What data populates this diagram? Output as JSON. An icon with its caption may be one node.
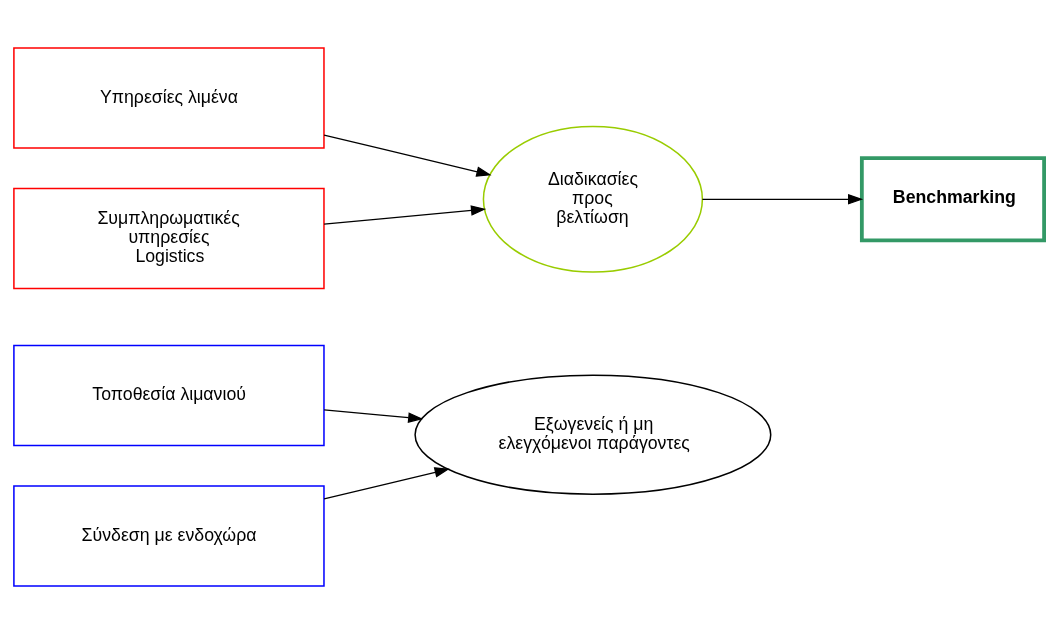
{
  "diagram": {
    "nodes": [
      {
        "text": [
          "Τοποθεσία λιμανιού"
        ]
      },
      {
        "text": [
          "Σύνδεση με ενδοχώρα"
        ]
      },
      {
        "text": [
          "Εξωγενείς ή μη ελεγχόμενοι παράγοντες"
        ]
      },
      {
        "text": [
          "Υπηρεσίες λιμένα"
        ]
      },
      {
        "text": [
          "Συμπληρωματικές υπηρεσίες Logistics"
        ]
      },
      {
        "text": [
          "Διαδικασίες προς βελτίωση"
        ]
      },
      {
        "text": [
          "Benchmarking"
        ]
      }
    ],
    "edges": [
      {
        "from": 0,
        "to": 2,
        "arrow": "to"
      },
      {
        "from": 1,
        "to": 2,
        "arrow": "to"
      },
      {
        "from": 3,
        "to": 5,
        "arrow": "to"
      },
      {
        "from": 4,
        "to": 5,
        "arrow": "to"
      },
      {
        "from": 5,
        "to": 6,
        "arrow": "to"
      }
    ]
  }
}
